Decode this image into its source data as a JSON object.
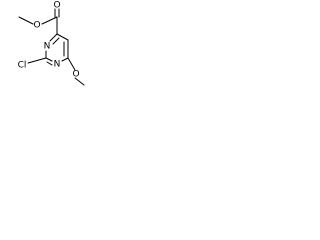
{
  "molecule": {
    "atoms": {
      "o_carbonyl": "O",
      "o_ester": "O",
      "n_upper": "N",
      "n_lower": "N",
      "cl": "Cl",
      "o_methoxy": "O"
    }
  },
  "colors": {
    "bond": "#000000",
    "text": "#000000",
    "background": "#ffffff"
  }
}
